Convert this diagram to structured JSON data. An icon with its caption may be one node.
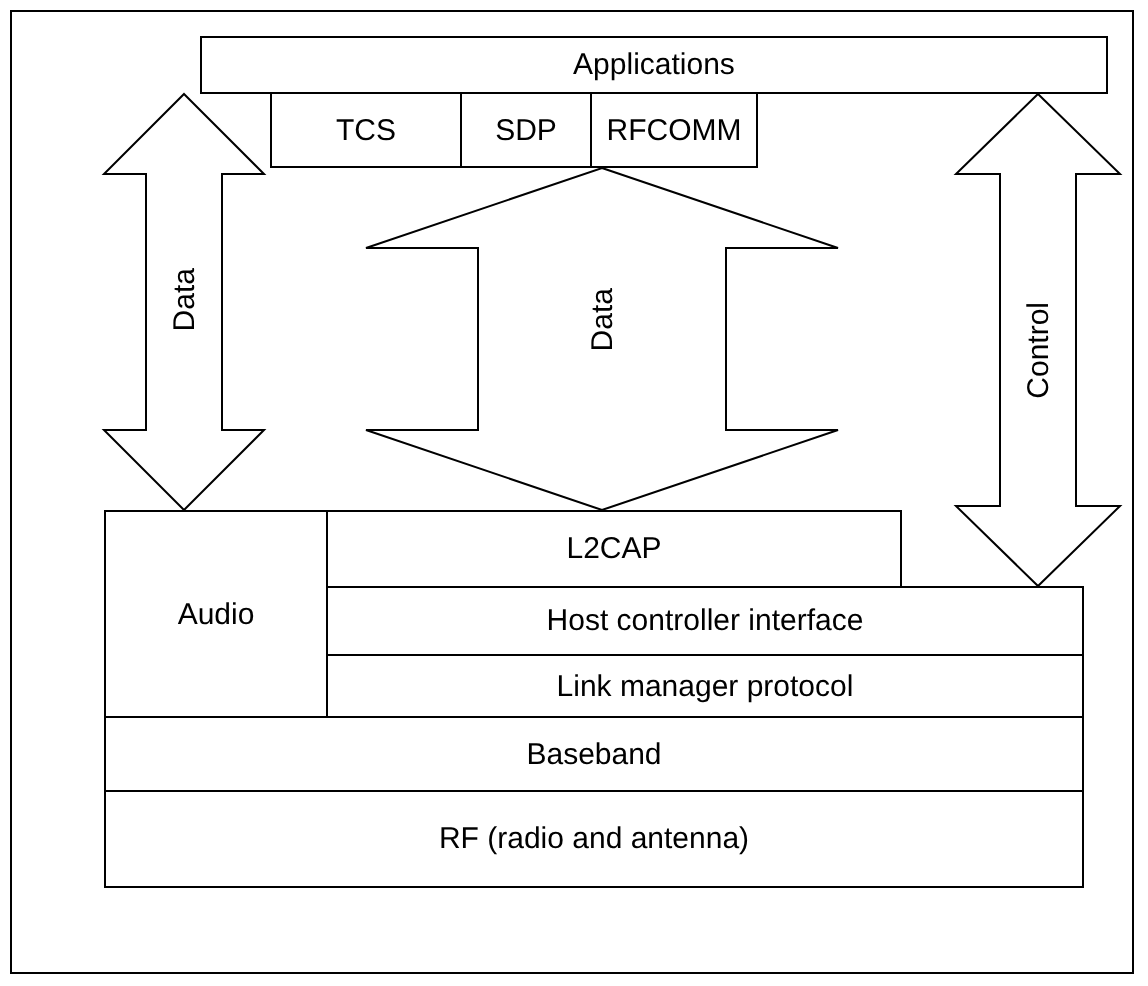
{
  "diagram": {
    "nodes": [
      {
        "text": [
          "Applications"
        ]
      },
      {
        "text": [
          "TCS"
        ]
      },
      {
        "text": [
          "SDP"
        ]
      },
      {
        "text": [
          "RFCOMM"
        ]
      },
      {
        "text": [
          "Audio"
        ]
      },
      {
        "text": [
          "L2CAP"
        ]
      },
      {
        "text": [
          "Host controller interface"
        ]
      },
      {
        "text": [
          "Link manager protocol"
        ]
      },
      {
        "text": [
          "Baseband"
        ]
      },
      {
        "text": [
          "RF (radio and antenna)"
        ]
      }
    ],
    "edges": [
      {
        "from": 0,
        "to": 4,
        "arrow": "both",
        "label": "Data"
      },
      {
        "from": 2,
        "to": 5,
        "arrow": "both",
        "label": "Data"
      },
      {
        "from": 0,
        "to": 6,
        "arrow": "both",
        "label": "Control"
      }
    ]
  }
}
